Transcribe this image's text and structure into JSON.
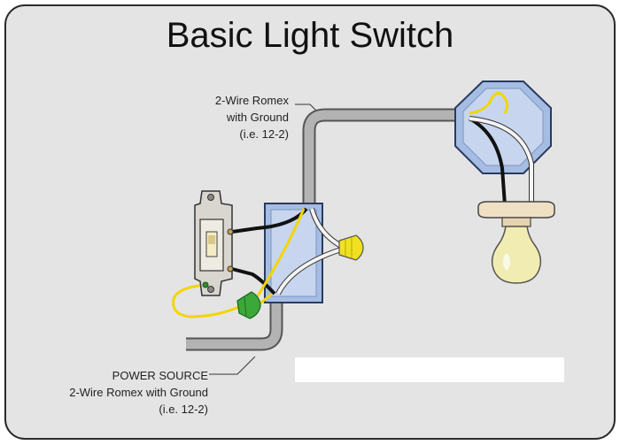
{
  "title": "Basic Light Switch",
  "labels": {
    "romex_top": [
      "2-Wire Romex",
      "with Ground",
      "(i.e. 12-2)"
    ],
    "power_source": [
      "POWER SOURCE",
      "2-Wire Romex with Ground",
      "(i.e. 12-2)"
    ]
  },
  "colors": {
    "background": "#e4e4e4",
    "border": "#2b2b2b",
    "cable_gray": "#aeaeae",
    "junction_box_blue": "#a5bde3",
    "hot_wire_black": "#111111",
    "neutral_wire_white": "#f4f4f4",
    "ground_wire_yellow": "#f3d500",
    "wire_nut_green": "#3aa93a",
    "wire_nut_yellow": "#f0e020",
    "bulb": "#f1ecb2",
    "socket": "#efe0c4"
  }
}
